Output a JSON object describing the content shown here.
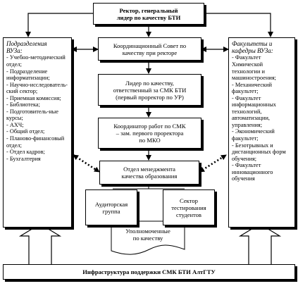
{
  "rector": {
    "line1": "Ректор, генеральный",
    "line2": "лидер по качеству БТИ"
  },
  "council": {
    "line1": "Координационный Совет по",
    "line2": "качеству при ректоре"
  },
  "leader": {
    "line1": "Лидер по качеству,",
    "line2": "ответственный за СМК БТИ",
    "line3": "(первый проректор по УР)"
  },
  "coordinator": {
    "line1": "Координатор работ по СМК",
    "line2": "– зам. первого проректора",
    "line3": "по МКО"
  },
  "department": {
    "line1": "Отдел менеджмента",
    "line2": "качества образования"
  },
  "audit": {
    "line1": "Аудиторская",
    "line2": "группа"
  },
  "testing": {
    "line1": "Сектор",
    "line2": "тестирования",
    "line3": "студентов"
  },
  "authorized": {
    "line1": "Уполномоченные",
    "line2": "по качеству"
  },
  "subdivisions": {
    "title_line1": "Подразделения",
    "title_line2": "ВУЗа:",
    "items": [
      "Учебно-методический отдел;",
      "Подразделение информатизации;",
      "Научно-исследователь-ский сектор;",
      "Приемная комиссия;",
      "Библиотека;",
      "Подготовитель-ные курсы;",
      "АХЧ;",
      "Общий отдел;",
      "Планово-финансовый отдел;",
      "Отдел кадров;",
      "Бухгалтерия"
    ]
  },
  "faculties": {
    "title_line1": "Факультеты и",
    "title_line2": "кафедры ВУЗа:",
    "items": [
      "Факультет Химической технологии и машиностроения;",
      "Механический факультет;",
      "Факультет информационных технологий, автоматизации, управления;",
      "Экономический факультет;",
      "Безотрывных и дистанционных форм обучения;",
      "Факультет инновационного обучения"
    ]
  },
  "infrastructure": {
    "label": "Инфраструктура поддержки СМК БТИ АлтГТУ"
  }
}
